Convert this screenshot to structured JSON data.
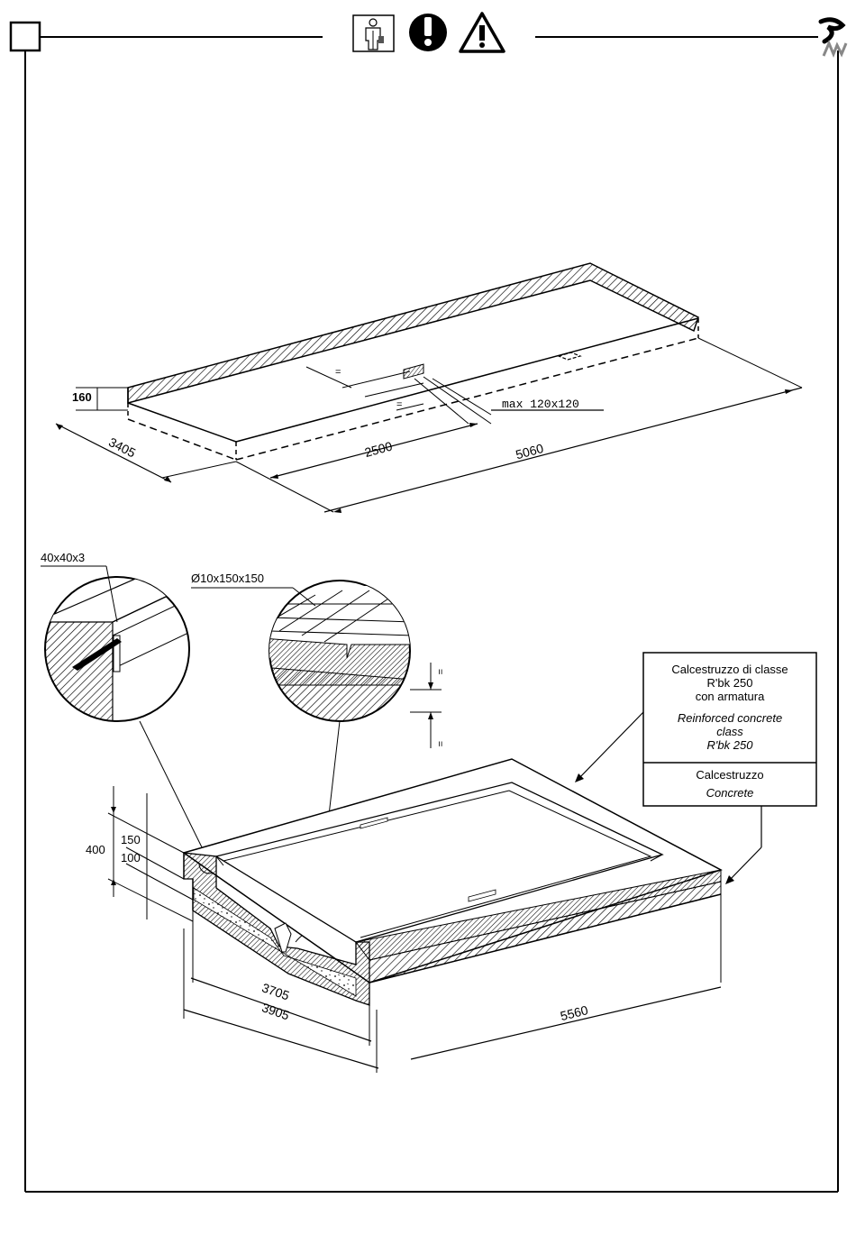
{
  "header": {
    "icons": [
      "technician-icon",
      "mandatory-icon",
      "warning-icon",
      "brand-logo"
    ]
  },
  "top_drawing": {
    "dimensions": {
      "height": "160",
      "width": "3405",
      "offset": "2500",
      "length": "5060",
      "pit": "max  120x120",
      "equal_1": "=",
      "equal_2": "="
    }
  },
  "bottom_drawing": {
    "detail_angle_label": "40x40x3",
    "detail_mesh_label": "Ø10x150x150",
    "mesh_equal_1": "=",
    "mesh_equal_2": "=",
    "legend": {
      "line1_it": "Calcestruzzo di classe",
      "line2_it": "R'bk 250",
      "line3_it": "con armatura",
      "line1_en": "Reinforced concrete",
      "line2_en": "class",
      "line3_en": "R'bk 250",
      "plain_it": "Calcestruzzo",
      "plain_en": "Concrete"
    },
    "dimensions": {
      "total_depth": "400",
      "upper": "150",
      "lower": "100",
      "inner_width": "3705",
      "outer_width": "3905",
      "length": "5560"
    }
  }
}
